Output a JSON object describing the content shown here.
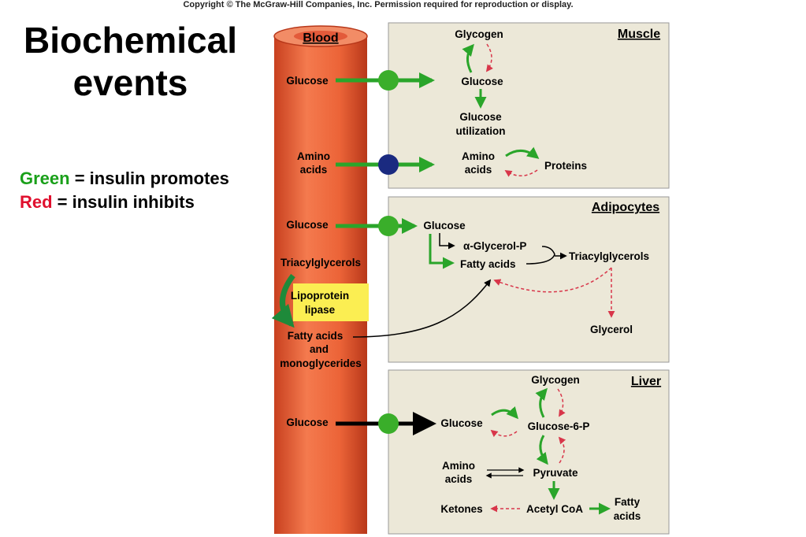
{
  "copyright": "Copyright © The McGraw-Hill Companies, Inc. Permission required for reproduction or display.",
  "title": [
    "Biochemical",
    "events"
  ],
  "legend": {
    "green_word": "Green",
    "green_text": " = insulin promotes",
    "red_word": "Red",
    "red_text": " = insulin inhibits"
  },
  "colors": {
    "promote": "#2aa52a",
    "inhibit": "#d8364a",
    "vessel": "#e8623a",
    "panel": "#ece8d8",
    "pump_green": "#3aae2a",
    "pump_blue": "#1a2a80",
    "lipase_box": "#fbee52"
  },
  "blood": {
    "header": "Blood",
    "glucose_1": "Glucose",
    "amino_acids": [
      "Amino",
      "acids"
    ],
    "glucose_2": "Glucose",
    "triacylglycerols": "Triacylglycerols",
    "lipase": [
      "Lipoprotein",
      "lipase"
    ],
    "fatty_acids": [
      "Fatty acids",
      "and",
      "monoglycerides"
    ],
    "glucose_3": "Glucose"
  },
  "muscle": {
    "header": "Muscle",
    "glycogen": "Glycogen",
    "glucose": "Glucose",
    "glucose_utilization": [
      "Glucose",
      "utilization"
    ],
    "amino_acids": [
      "Amino",
      "acids"
    ],
    "proteins": "Proteins"
  },
  "adipocytes": {
    "header": "Adipocytes",
    "glucose": "Glucose",
    "glycerol_p": "-Glycerol-P",
    "alpha": "α",
    "fatty_acids": "Fatty acids",
    "triacylglycerols": "Triacylglycerols",
    "glycerol": "Glycerol"
  },
  "liver": {
    "header": "Liver",
    "glycogen": "Glycogen",
    "glucose": "Glucose",
    "glucose_6_p": "Glucose-6-P",
    "amino_acids": [
      "Amino",
      "acids"
    ],
    "pyruvate": "Pyruvate",
    "ketones": "Ketones",
    "acetyl_coa": "Acetyl CoA",
    "fatty_acids": [
      "Fatty",
      "acids"
    ]
  }
}
